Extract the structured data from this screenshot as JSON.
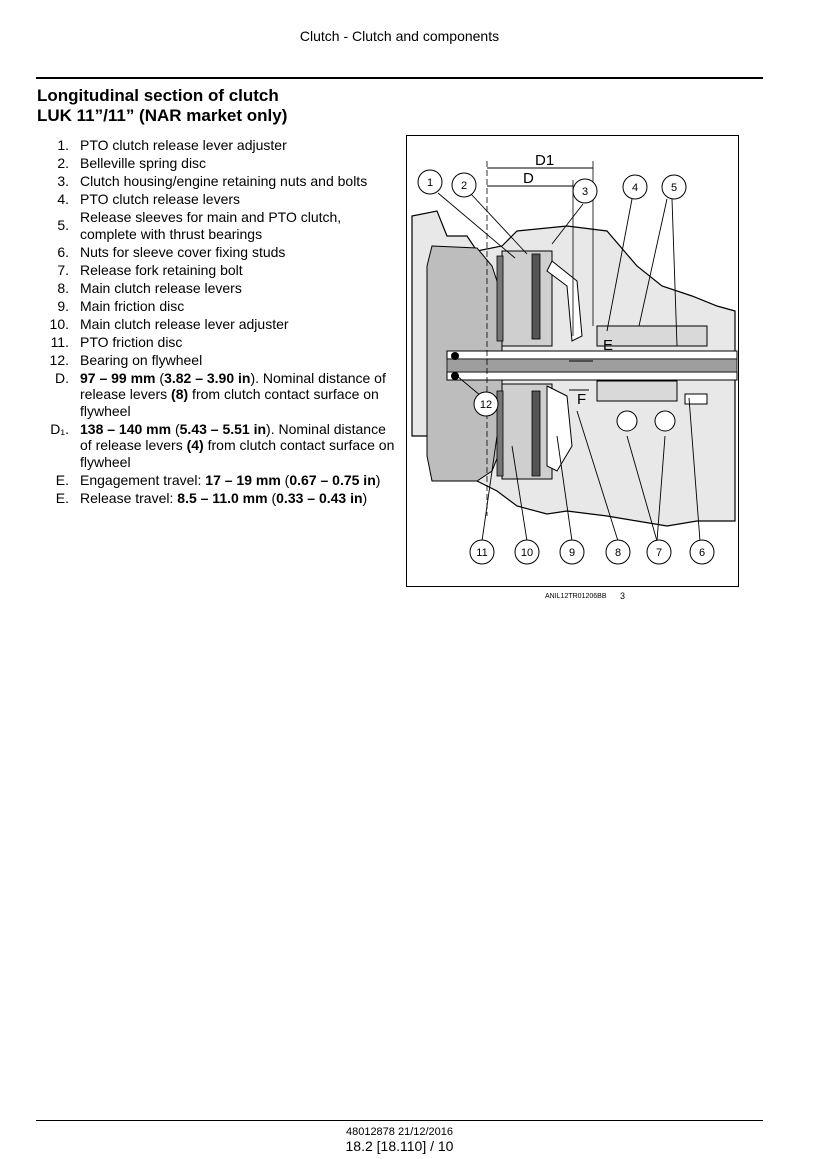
{
  "header": {
    "title": "Clutch - Clutch and components"
  },
  "section": {
    "title_line1": "Longitudinal section of clutch",
    "title_line2": "LUK 11”/11” (NAR market only)"
  },
  "legend": [
    {
      "num": "1.",
      "text": "PTO clutch release lever adjuster"
    },
    {
      "num": "2.",
      "text": "Belleville spring disc"
    },
    {
      "num": "3.",
      "text": "Clutch housing/engine retaining nuts and bolts"
    },
    {
      "num": "4.",
      "text": "PTO clutch release levers"
    },
    {
      "num": "5.",
      "text": "Release sleeves for main and PTO clutch, complete with thrust bearings"
    },
    {
      "num": "6.",
      "text": "Nuts for sleeve cover fixing studs"
    },
    {
      "num": "7.",
      "text": "Release fork retaining bolt"
    },
    {
      "num": "8.",
      "text": "Main clutch release levers"
    },
    {
      "num": "9.",
      "text": "Main friction disc"
    },
    {
      "num": "10.",
      "text": "Main clutch release lever adjuster"
    },
    {
      "num": "11.",
      "text": "PTO friction disc"
    },
    {
      "num": "12.",
      "text": "Bearing on flywheel"
    }
  ],
  "dimensions": {
    "d": {
      "label": "D.",
      "value": "97 – 99 mm",
      "paren_open": " (",
      "value_in": "3.82 – 3.90 in",
      "text_a": "). Nominal distance of release levers ",
      "ref": "(8)",
      "text_b": " from clutch contact surface on flywheel"
    },
    "d1": {
      "label": "D₁.",
      "value": "138 – 140 mm",
      "paren_open": " (",
      "value_in": "5.43 – 5.51 in",
      "text_a": "). Nominal distance of release levers ",
      "ref": "(4)",
      "text_b": " from clutch contact surface on flywheel"
    },
    "e1": {
      "label": "E.",
      "text_a": "Engagement travel: ",
      "value": "17 – 19 mm",
      "paren_open": " (",
      "value_in": "0.67 – 0.75 in",
      "paren_close": ")"
    },
    "e2": {
      "label": "E.",
      "text_a": "Release travel: ",
      "value": "8.5 – 11.0 mm",
      "paren_open": " (",
      "value_in": "0.33 – 0.43 in",
      "paren_close": ")"
    }
  },
  "figure": {
    "callouts": [
      "1",
      "2",
      "3",
      "4",
      "5",
      "12",
      "11",
      "10",
      "9",
      "8",
      "7",
      "6"
    ],
    "dim_labels": {
      "d1": "D1",
      "d": "D",
      "e": "E",
      "f": "F"
    },
    "code": "ANIL12TR01206BB",
    "number": "3"
  },
  "footer": {
    "doc": "48012878 21/12/2016",
    "page": "18.2 [18.110] / 10"
  }
}
